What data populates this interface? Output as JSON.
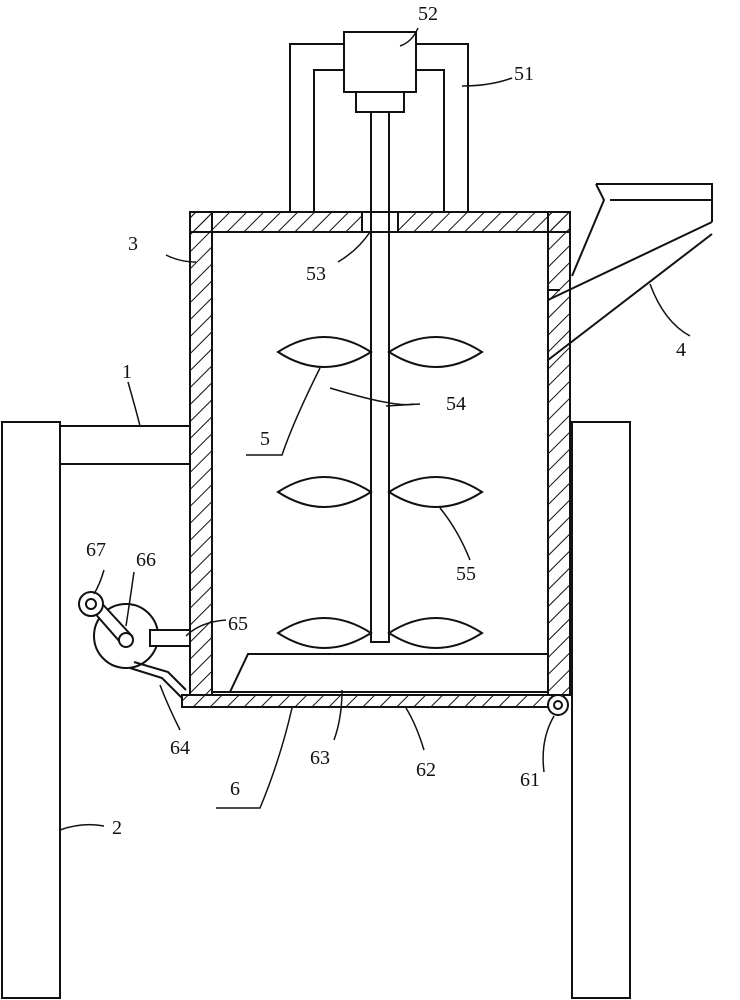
{
  "figure": {
    "labels": {
      "frame": "1",
      "leg": "2",
      "tank": "3",
      "hopper": "4",
      "stirring_device": "5",
      "base_plate_assembly": "6",
      "bracket": "51",
      "motor": "52",
      "bearing": "53",
      "shaft": "54",
      "blade": "55",
      "hinge": "61",
      "bottom_plate": "62",
      "inclined_plate": "63",
      "connecting_rod": "64",
      "push_rod": "65",
      "cam_disc": "66",
      "handle": "67"
    }
  },
  "colors": {
    "line": "#111111",
    "background": "#ffffff"
  }
}
